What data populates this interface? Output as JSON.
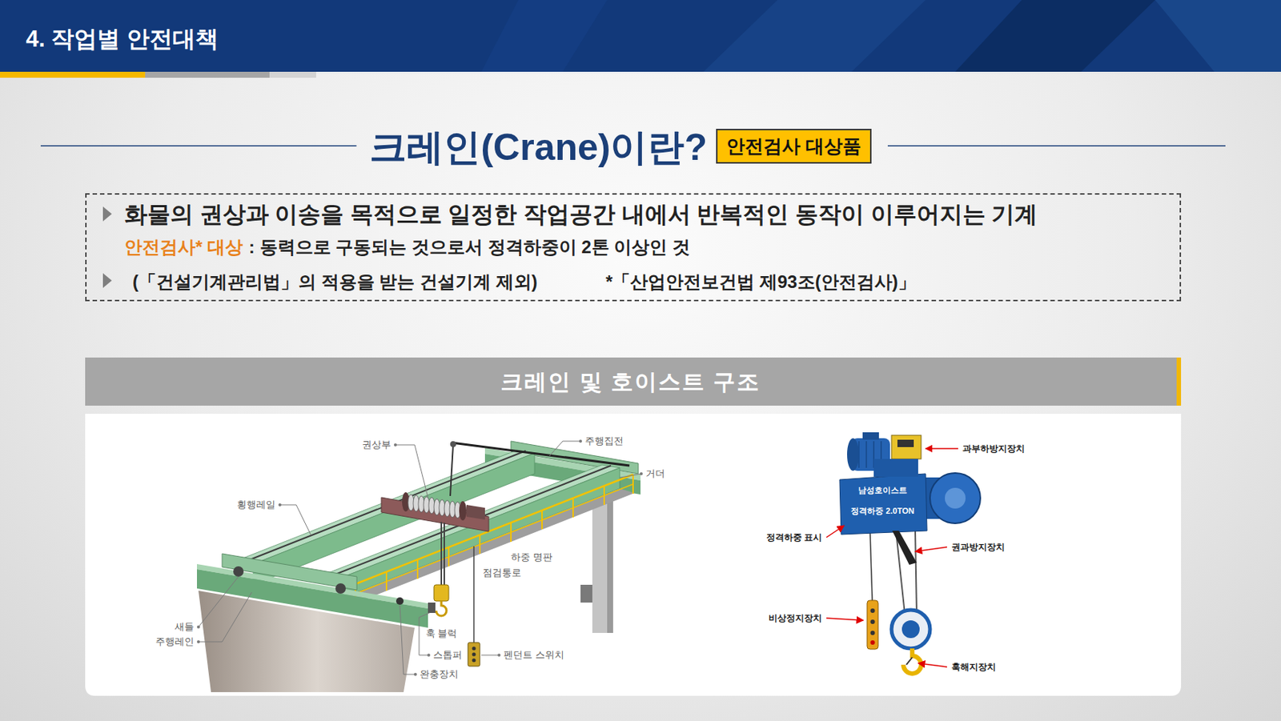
{
  "diagram": {
    "title": "크레인(Crane)이란?",
    "nodes": [
      {
        "text": [
          "4. 작업별 안전대책"
        ]
      },
      {
        "text": [
          "안전검사 대상품"
        ]
      },
      {
        "text": [
          "화물의 권상과 이송을 목적으로 일정한 작업공간 내에서 반복적인 동작이 이루어지는 기계",
          "안전검사* 대상",
          ": 동력으로 구동되는 것으로서 정격하중이 2톤 이상인 것",
          "(「건설기계관리법」의 적용을 받는 건설기계 제외)",
          "*「산업안전보건법 제93조(안전검사)」"
        ]
      },
      {
        "text": [
          "크레인 및 호이스트 구조"
        ]
      }
    ],
    "labels": [
      "권상부",
      "주행집전",
      "거더",
      "횡행레일",
      "하중 명판",
      "점검통로",
      "새들",
      "주행레인",
      "훅 블럭",
      "스톱퍼",
      "펜던트 스위치",
      "완충장치",
      "과부하방지장치",
      "정격하중 표시",
      "권과방지장치",
      "비상정지장치",
      "훅해지장치",
      "남성호이스트",
      "정격하중 2.0TON"
    ]
  }
}
